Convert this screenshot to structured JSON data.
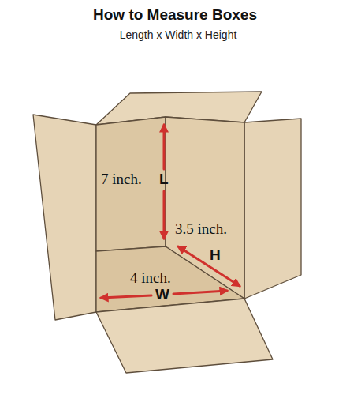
{
  "diagram": {
    "title": "How to Measure Boxes",
    "labels": [
      "Length x Width x Height",
      "7 inch.",
      "L",
      "3.5 inch.",
      "H",
      "4 inch.",
      "W"
    ]
  }
}
